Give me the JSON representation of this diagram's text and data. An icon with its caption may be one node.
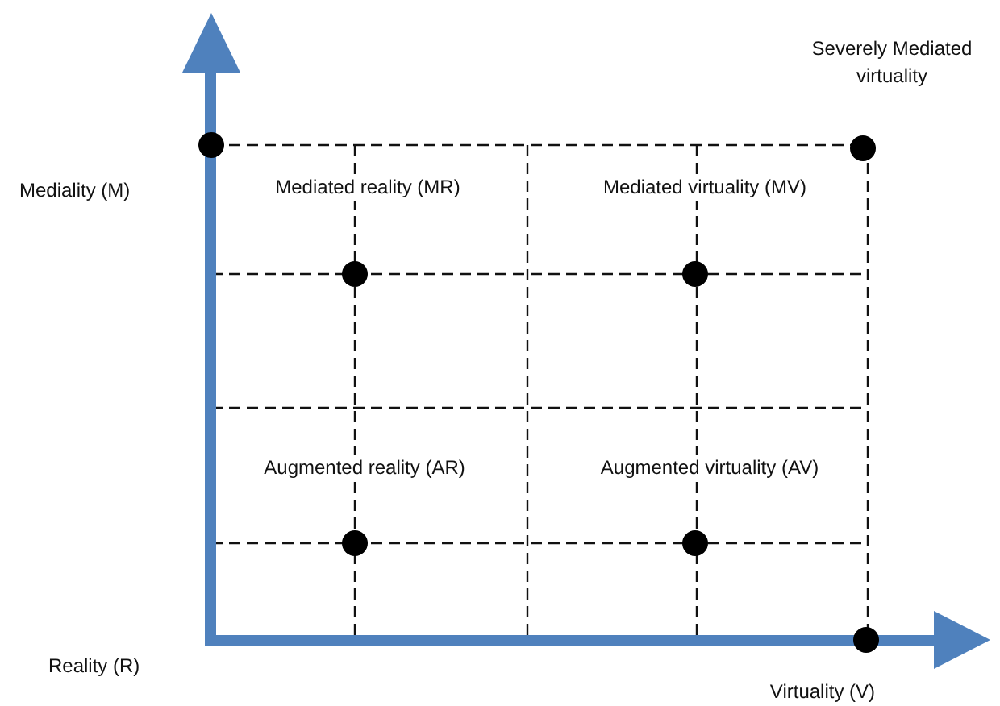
{
  "diagram": {
    "labels": [
      "Severely Mediated virtuality",
      "Mediality (M)",
      "Mediated reality (MR)",
      "Mediated virtuality (MV)",
      "Augmented reality (AR)",
      "Augmented virtuality (AV)",
      "Reality (R)",
      "Virtuality (V)"
    ]
  }
}
